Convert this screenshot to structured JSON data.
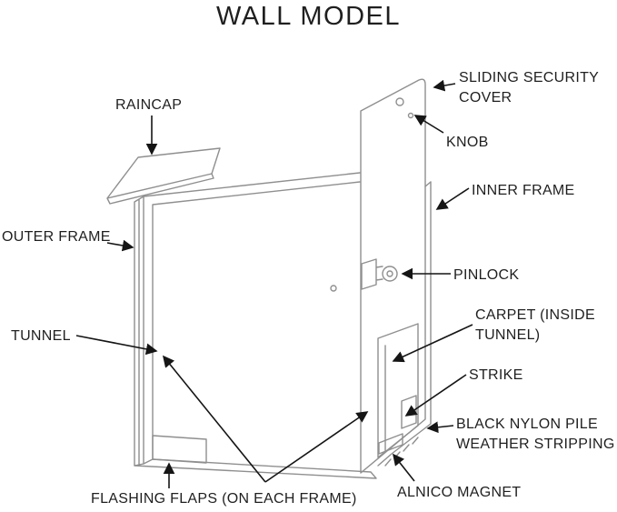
{
  "title": "WALL MODEL",
  "labels": {
    "raincap": "RAINCAP",
    "sliding_security_cover": "SLIDING SECURITY COVER",
    "knob": "KNOB",
    "inner_frame": "INNER FRAME",
    "outer_frame": "OUTER FRAME",
    "pinlock": "PINLOCK",
    "tunnel": "TUNNEL",
    "carpet": "CARPET (INSIDE TUNNEL)",
    "strike": "STRIKE",
    "weather_stripping": "BLACK NYLON PILE WEATHER STRIPPING",
    "flashing_flaps": "FLASHING FLAPS (ON EACH FRAME)",
    "alnico_magnet": "ALNICO MAGNET"
  },
  "colors": {
    "line": "#8f8f8f",
    "arrow": "#151515",
    "text": "#1f1f1f"
  }
}
